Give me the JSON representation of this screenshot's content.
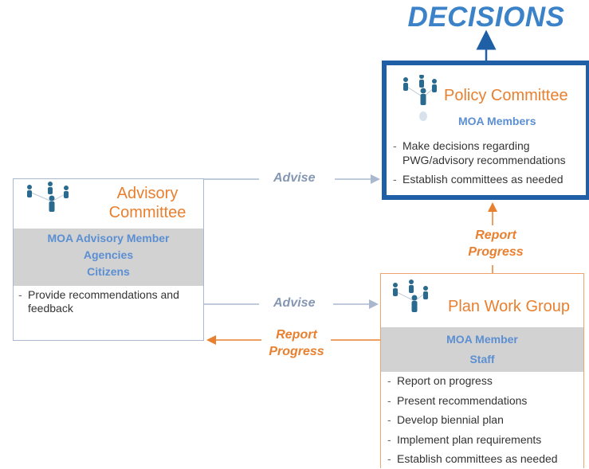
{
  "header": {
    "decisions": "DECISIONS"
  },
  "policy_committee": {
    "title": "Policy Committee",
    "members": "MOA Members",
    "bullets": [
      "Make decisions regarding PWG/advisory recommendations",
      "Establish committees as needed"
    ]
  },
  "advisory_committee": {
    "title_line1": "Advisory",
    "title_line2": "Committee",
    "members": [
      "MOA Advisory Member",
      "Agencies",
      "Citizens"
    ],
    "bullets": [
      "Provide recommendations and feedback"
    ]
  },
  "plan_work_group": {
    "title": "Plan Work Group",
    "members": [
      "MOA Member",
      "Staff"
    ],
    "bullets": [
      "Report on progress",
      "Present recommendations",
      "Develop biennial plan",
      "Implement plan requirements",
      "Establish committees as needed"
    ]
  },
  "connectors": {
    "advise_top": "Advise",
    "advise_bottom": "Advise",
    "report_progress_right": [
      "Report",
      "Progress"
    ],
    "report_progress_left": [
      "Report",
      "Progress"
    ]
  },
  "colors": {
    "decisions_blue": "#3b82c8",
    "policy_border": "#1f5fa6",
    "orange": "#e8802f",
    "member_blue": "#5b8fd2",
    "advise_gray": "#8597b3"
  },
  "icons": {
    "people": "people-network-icon"
  }
}
